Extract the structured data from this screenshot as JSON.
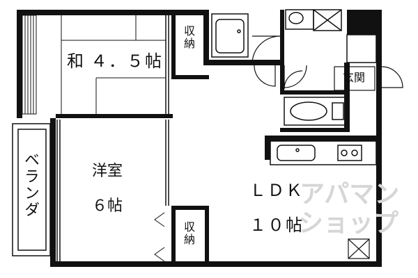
{
  "rooms": {
    "washitsu": {
      "name": "和",
      "size": "４．５帖"
    },
    "youshitsu": {
      "name": "洋室",
      "size": "６帖"
    },
    "ldk": {
      "name": "ＬＤＫ",
      "size": "１０帖"
    },
    "storage_top": "収納",
    "storage_bottom": "収納",
    "veranda": "ベランダ",
    "entrance": "玄関"
  },
  "watermark": {
    "line1": "アパマン",
    "line2": "ショップ"
  }
}
